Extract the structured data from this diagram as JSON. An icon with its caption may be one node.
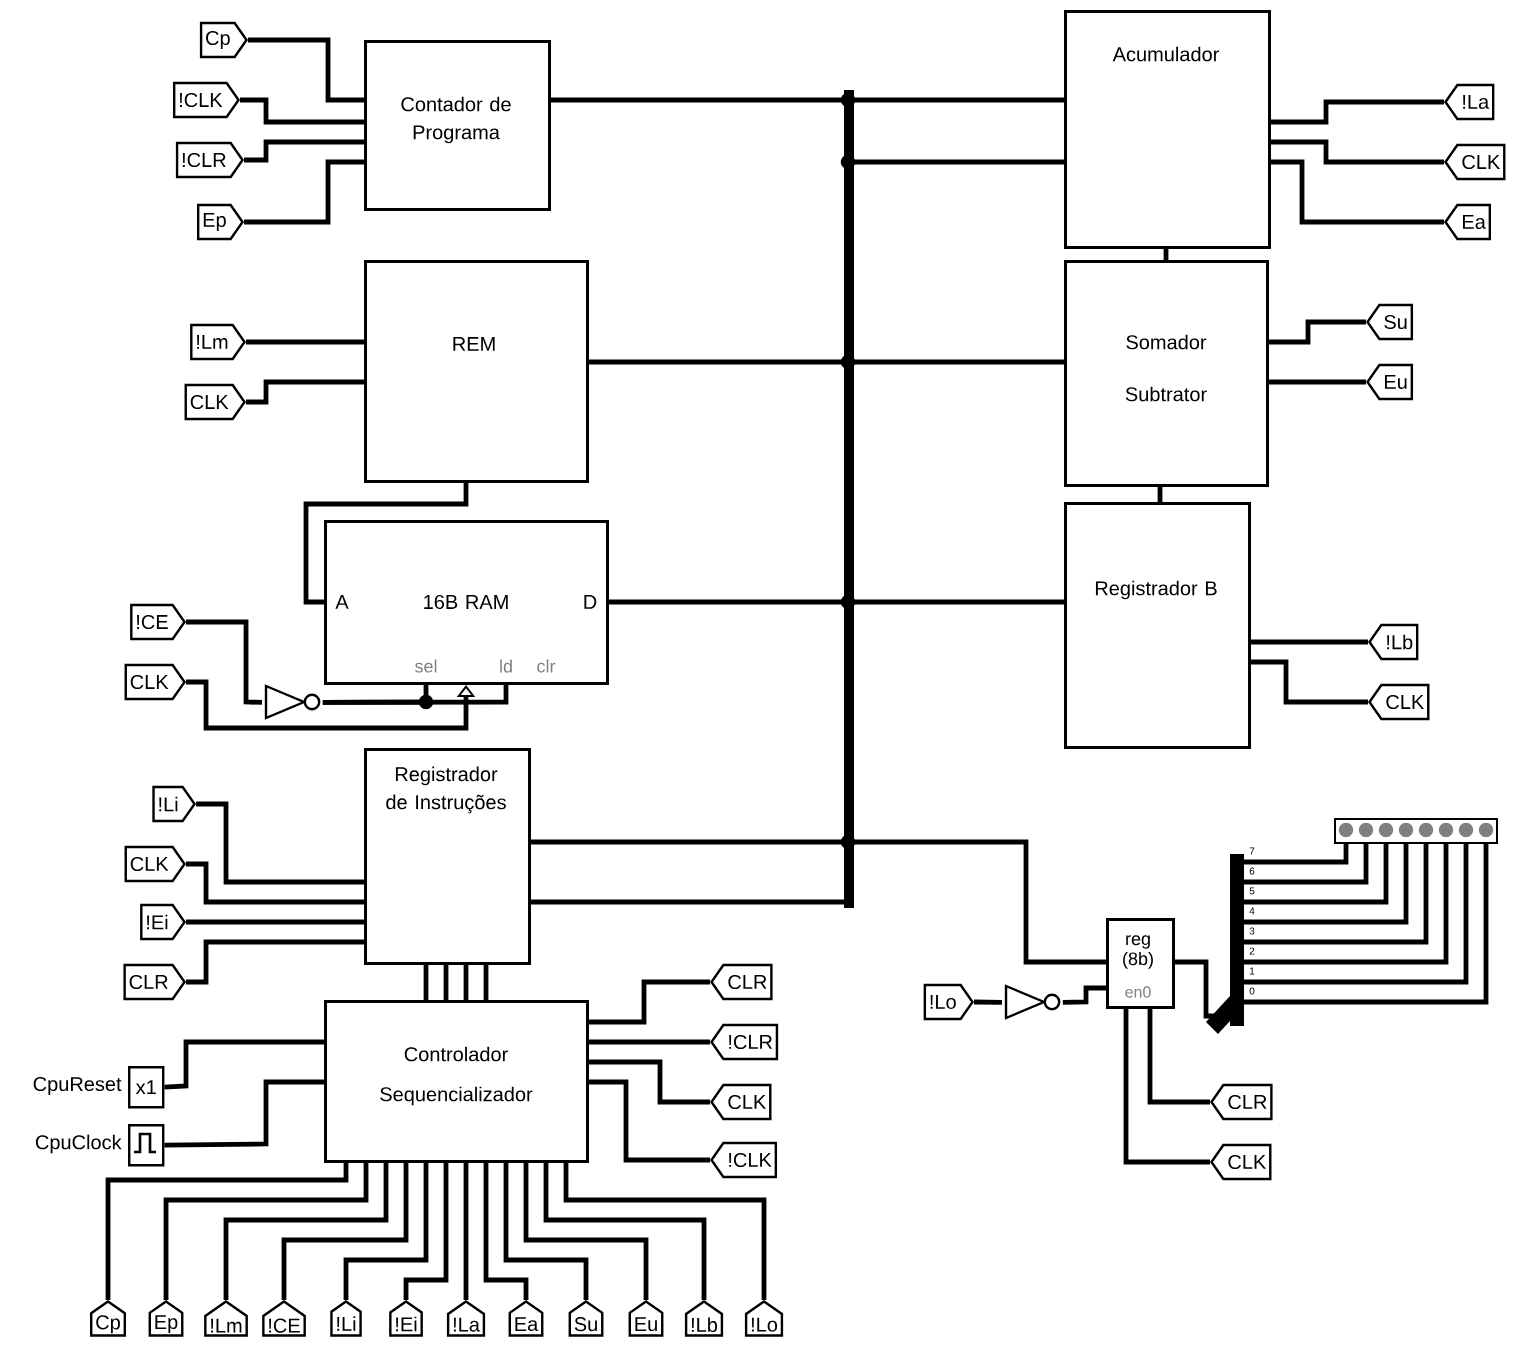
{
  "diagram": {
    "nodes": [
      {
        "text": [
          "Contador de Programa"
        ]
      },
      {
        "text": [
          "REM"
        ]
      },
      {
        "text": [
          "16B RAM"
        ]
      },
      {
        "text": [
          "Registrador de Instruções"
        ]
      },
      {
        "text": [
          "Controlador Sequencializador"
        ]
      },
      {
        "text": [
          "Acumulador"
        ]
      },
      {
        "text": [
          "Somador Subtrator"
        ]
      },
      {
        "text": [
          "Registrador B"
        ]
      },
      {
        "text": [
          "reg (8b)"
        ]
      },
      {
        "text": [],
        "shape": "bar"
      },
      {
        "text": [],
        "shape": "triangle"
      },
      {
        "text": [],
        "shape": "triangle"
      },
      {
        "text": [
          "x1"
        ],
        "beside": [
          "CpuReset"
        ]
      },
      {
        "text": [],
        "shape": "box",
        "beside": [
          "CpuClock"
        ]
      },
      {
        "text": [],
        "shape": "bar"
      },
      {
        "text": [],
        "shape": "bar"
      },
      {
        "text": [
          "Cp"
        ]
      },
      {
        "text": [
          "!CLK"
        ]
      },
      {
        "text": [
          "!CLR"
        ]
      },
      {
        "text": [
          "Ep"
        ]
      },
      {
        "text": [
          "!Lm"
        ]
      },
      {
        "text": [
          "CLK"
        ]
      },
      {
        "text": [
          "!CE"
        ]
      },
      {
        "text": [
          "CLK"
        ]
      },
      {
        "text": [
          "!Li"
        ]
      },
      {
        "text": [
          "CLK"
        ]
      },
      {
        "text": [
          "!Ei"
        ]
      },
      {
        "text": [
          "CLR"
        ]
      },
      {
        "text": [
          "CLR"
        ]
      },
      {
        "text": [
          "!CLR"
        ]
      },
      {
        "text": [
          "CLK"
        ]
      },
      {
        "text": [
          "!CLK"
        ]
      },
      {
        "text": [
          "Cp"
        ]
      },
      {
        "text": [
          "Ep"
        ]
      },
      {
        "text": [
          "!Lm"
        ]
      },
      {
        "text": [
          "!CE"
        ]
      },
      {
        "text": [
          "!Li"
        ]
      },
      {
        "text": [
          "!Ei"
        ]
      },
      {
        "text": [
          "!La"
        ]
      },
      {
        "text": [
          "Ea"
        ]
      },
      {
        "text": [
          "Su"
        ]
      },
      {
        "text": [
          "Eu"
        ]
      },
      {
        "text": [
          "!Lb"
        ]
      },
      {
        "text": [
          "!Lo"
        ]
      },
      {
        "text": [
          "!La"
        ]
      },
      {
        "text": [
          "CLK"
        ]
      },
      {
        "text": [
          "Ea"
        ]
      },
      {
        "text": [
          "Su"
        ]
      },
      {
        "text": [
          "Eu"
        ]
      },
      {
        "text": [
          "!Lb"
        ]
      },
      {
        "text": [
          "CLK"
        ]
      },
      {
        "text": [
          "!Lo"
        ]
      },
      {
        "text": [
          "CLR"
        ]
      },
      {
        "text": [
          "CLK"
        ]
      }
    ],
    "edges": [
      {
        "from": 16,
        "to": 0,
        "arrow": "none"
      },
      {
        "from": 17,
        "to": 0,
        "arrow": "none"
      },
      {
        "from": 18,
        "to": 0,
        "arrow": "none"
      },
      {
        "from": 19,
        "to": 0,
        "arrow": "none"
      },
      {
        "from": 0,
        "to": 9,
        "arrow": "none"
      },
      {
        "from": 20,
        "to": 1,
        "arrow": "none"
      },
      {
        "from": 21,
        "to": 1,
        "arrow": "none"
      },
      {
        "from": 1,
        "to": 9,
        "arrow": "none"
      },
      {
        "from": 1,
        "to": 2,
        "arrow": "none"
      },
      {
        "from": 2,
        "to": 9,
        "arrow": "none"
      },
      {
        "from": 22,
        "to": 10,
        "arrow": "none"
      },
      {
        "from": 10,
        "to": 2,
        "arrow": "none"
      },
      {
        "from": 10,
        "to": 2,
        "arrow": "none"
      },
      {
        "from": 23,
        "to": 2,
        "arrow": "to"
      },
      {
        "from": 24,
        "to": 3,
        "arrow": "none"
      },
      {
        "from": 25,
        "to": 3,
        "arrow": "none"
      },
      {
        "from": 26,
        "to": 3,
        "arrow": "none"
      },
      {
        "from": 27,
        "to": 3,
        "arrow": "none"
      },
      {
        "from": 3,
        "to": 9,
        "arrow": "none"
      },
      {
        "from": 3,
        "to": 9,
        "arrow": "none"
      },
      {
        "from": 3,
        "to": 4,
        "arrow": "none"
      },
      {
        "from": 3,
        "to": 4,
        "arrow": "none"
      },
      {
        "from": 3,
        "to": 4,
        "arrow": "none"
      },
      {
        "from": 3,
        "to": 4,
        "arrow": "none"
      },
      {
        "from": 12,
        "to": 4,
        "arrow": "none"
      },
      {
        "from": 13,
        "to": 4,
        "arrow": "none"
      },
      {
        "from": 4,
        "to": 28,
        "arrow": "none"
      },
      {
        "from": 4,
        "to": 29,
        "arrow": "none"
      },
      {
        "from": 4,
        "to": 30,
        "arrow": "none"
      },
      {
        "from": 4,
        "to": 31,
        "arrow": "none"
      },
      {
        "from": 4,
        "to": 32,
        "arrow": "none"
      },
      {
        "from": 4,
        "to": 33,
        "arrow": "none"
      },
      {
        "from": 4,
        "to": 34,
        "arrow": "none"
      },
      {
        "from": 4,
        "to": 35,
        "arrow": "none"
      },
      {
        "from": 4,
        "to": 36,
        "arrow": "none"
      },
      {
        "from": 4,
        "to": 37,
        "arrow": "none"
      },
      {
        "from": 4,
        "to": 38,
        "arrow": "none"
      },
      {
        "from": 4,
        "to": 39,
        "arrow": "none"
      },
      {
        "from": 4,
        "to": 40,
        "arrow": "none"
      },
      {
        "from": 4,
        "to": 41,
        "arrow": "none"
      },
      {
        "from": 4,
        "to": 42,
        "arrow": "none"
      },
      {
        "from": 4,
        "to": 43,
        "arrow": "none"
      },
      {
        "from": 5,
        "to": 9,
        "arrow": "none"
      },
      {
        "from": 5,
        "to": 9,
        "arrow": "none"
      },
      {
        "from": 5,
        "to": 44,
        "arrow": "none"
      },
      {
        "from": 5,
        "to": 45,
        "arrow": "none"
      },
      {
        "from": 5,
        "to": 46,
        "arrow": "none"
      },
      {
        "from": 5,
        "to": 6,
        "arrow": "none"
      },
      {
        "from": 6,
        "to": 9,
        "arrow": "none"
      },
      {
        "from": 6,
        "to": 47,
        "arrow": "none"
      },
      {
        "from": 6,
        "to": 48,
        "arrow": "none"
      },
      {
        "from": 6,
        "to": 7,
        "arrow": "none"
      },
      {
        "from": 7,
        "to": 9,
        "arrow": "none"
      },
      {
        "from": 7,
        "to": 49,
        "arrow": "none"
      },
      {
        "from": 7,
        "to": 50,
        "arrow": "none"
      },
      {
        "from": 9,
        "to": 8,
        "arrow": "none"
      },
      {
        "from": 51,
        "to": 11,
        "arrow": "none"
      },
      {
        "from": 11,
        "to": 8,
        "arrow": "none"
      },
      {
        "from": 8,
        "to": 52,
        "arrow": "none"
      },
      {
        "from": 8,
        "to": 53,
        "arrow": "none"
      },
      {
        "from": 8,
        "to": 14,
        "arrow": "none"
      },
      {
        "from": 14,
        "to": 15,
        "arrow": "none"
      },
      {
        "from": 14,
        "to": 15,
        "arrow": "none"
      },
      {
        "from": 14,
        "to": 15,
        "arrow": "none"
      },
      {
        "from": 14,
        "to": 15,
        "arrow": "none"
      },
      {
        "from": 14,
        "to": 15,
        "arrow": "none"
      },
      {
        "from": 14,
        "to": 15,
        "arrow": "none"
      },
      {
        "from": 14,
        "to": 15,
        "arrow": "none"
      },
      {
        "from": 14,
        "to": 15,
        "arrow": "none"
      }
    ],
    "labels": [
      "A",
      "D",
      "sel",
      "ld",
      "clr",
      "en0",
      "7",
      "6",
      "5",
      "4",
      "3",
      "2",
      "1",
      "0"
    ]
  }
}
